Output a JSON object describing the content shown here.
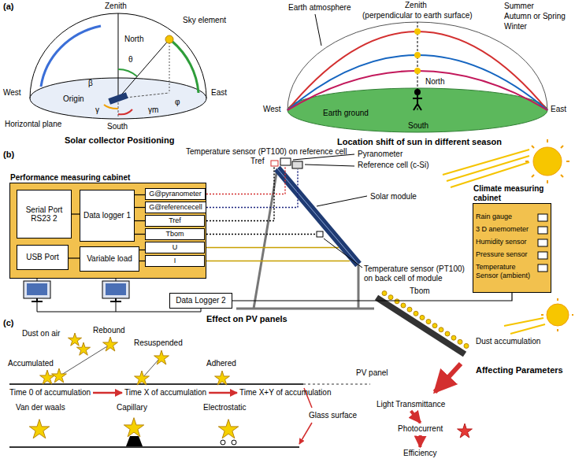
{
  "diagram": {
    "nodes": [
      {
        "text": [
          "Performance measuring cabinet"
        ]
      },
      {
        "text": [
          "Serial Port RS23 2"
        ],
        "in": 0
      },
      {
        "text": [
          "USB Port"
        ],
        "in": 0
      },
      {
        "text": [
          "Data logger 1"
        ],
        "in": 0
      },
      {
        "text": [
          "Variable load"
        ],
        "in": 0
      },
      {
        "text": [
          "G@pyranometer"
        ],
        "in": 0
      },
      {
        "text": [
          "G@referencecell"
        ],
        "in": 0
      },
      {
        "text": [
          "Tref"
        ],
        "in": 0
      },
      {
        "text": [
          "Tbom"
        ],
        "in": 0
      },
      {
        "text": [
          "U"
        ],
        "in": 0
      },
      {
        "text": [
          "I"
        ],
        "in": 0
      },
      {
        "text": [
          "Data Logger 2"
        ]
      },
      {
        "text": [
          "Climate measuring cabinet"
        ]
      }
    ],
    "edges": [
      {
        "from": 3,
        "to": 1,
        "arrow": "none"
      },
      {
        "from": 4,
        "to": 2,
        "arrow": "none"
      },
      {
        "from": 5,
        "to": 3,
        "arrow": "none"
      },
      {
        "from": 6,
        "to": 3,
        "arrow": "none"
      },
      {
        "from": 7,
        "to": 3,
        "arrow": "none"
      },
      {
        "from": 8,
        "to": 3,
        "arrow": "none"
      },
      {
        "from": 9,
        "to": 4,
        "arrow": "none"
      },
      {
        "from": 10,
        "to": 4,
        "arrow": "none"
      },
      {
        "from": 12,
        "to": 11,
        "arrow": "none"
      }
    ],
    "labels": [
      "(a)",
      "Zenith",
      "North",
      "Sky element",
      "θ",
      "West",
      "East",
      "β",
      "Origin",
      "φ",
      "Horizontal plane",
      "γ",
      "γm",
      "South",
      "Solar collector Positioning",
      "Zenith",
      "(perpendicular to earth surface)",
      "Earth atmosphere",
      "Summer",
      "Autumn or Spring",
      "Winter",
      "North",
      "West",
      "East",
      "Earth ground",
      "South",
      "Location shift of sun in different season",
      "(b)",
      "Temperature sensor (PT100) on reference cell",
      "Tref",
      "Pyranometer",
      "Reference cell (c-Si)",
      "Solar module",
      "Temperature sensor (PT100) on back cell of module",
      "Tbom",
      "Rain gauge",
      "3 D anemometer",
      "Humidity sensor",
      "Pressure sensor",
      "Temperature Sensor (ambient)",
      "Effect on PV panels",
      "(c)",
      "Dust on air",
      "Rebound",
      "Resuspended",
      "Accumulated",
      "Adhered",
      "Time 0 of accumulation",
      "Time X of accumulation",
      "Time X+Y of accumulation",
      "Glass surface",
      "Van der waals",
      "Capillary",
      "Electrostatic",
      "Dust accumulation",
      "PV panel",
      "Affecting Parameters",
      "Light Transmittance",
      "Photocurrent",
      "Efficiency"
    ]
  }
}
